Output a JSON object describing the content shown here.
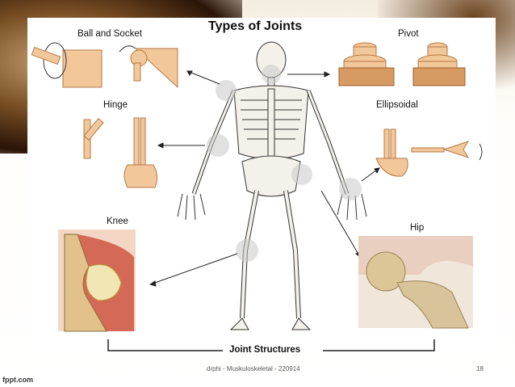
{
  "slide": {
    "title": "Types of Joints",
    "labels": {
      "ball_socket": "Ball and Socket",
      "pivot": "Pivot",
      "hinge": "Hinge",
      "ellipsoidal": "Ellipsoidal",
      "knee": "Knee",
      "hip": "Hip",
      "joint_structures": "Joint Structures"
    },
    "footer_text": "drphi - Muskuloskeletal - 220914",
    "page_number": "18",
    "brand": "fppt.com"
  },
  "colors": {
    "joint_model": "#f2c79a",
    "joint_model_dark": "#d89a63",
    "bone": "#f4f1ea",
    "bone_outline": "#333333",
    "highlight": "#c8c8c8",
    "knee_tissue": "#d46a55",
    "hip_bone": "#d8c39a"
  }
}
